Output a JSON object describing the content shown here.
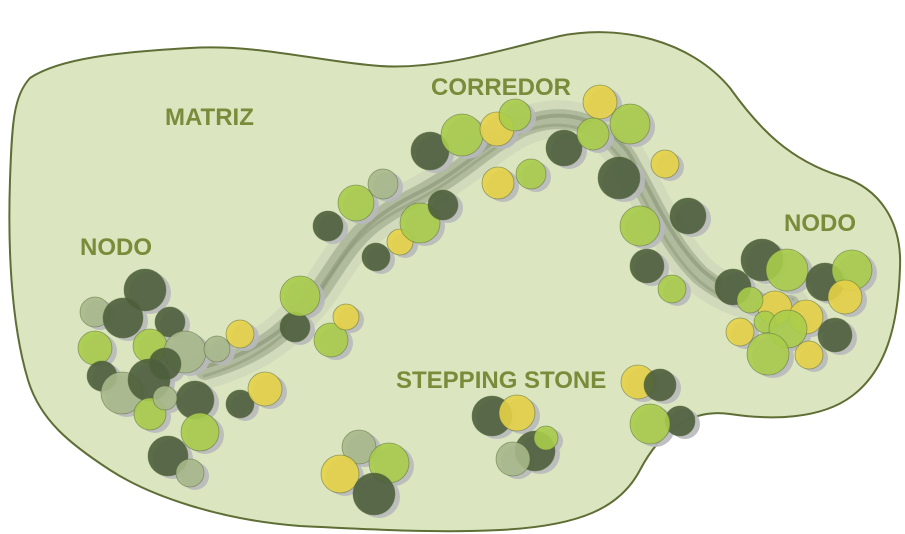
{
  "labels": {
    "matriz": "MATRIZ",
    "corredor": "CORREDOR",
    "nodo_left": "NODO",
    "nodo_right": "NODO",
    "stepping_stone": "STEPPING STONE"
  },
  "colors": {
    "matrix_fill": "#dbe6c0",
    "matrix_stroke": "#5e6e35",
    "corridor": "#9aa487",
    "label": "#7a8b3a",
    "tree_dark": "#4d5e3b",
    "tree_light_green": "#a9cc4a",
    "tree_sage": "#a7b88a",
    "tree_yellow": "#e6d147",
    "shadow": "#b8b9bb"
  }
}
